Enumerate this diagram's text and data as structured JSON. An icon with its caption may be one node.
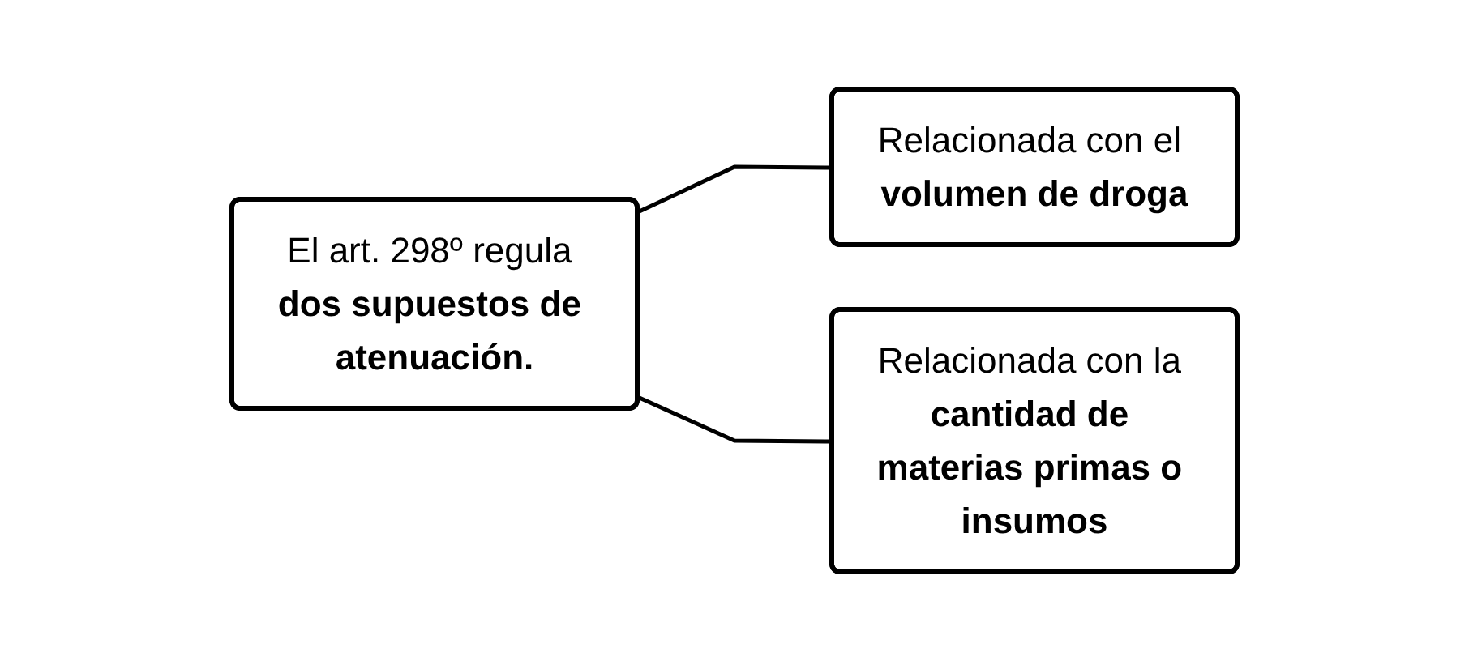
{
  "diagram": {
    "nodes": [
      {
        "text": [
          "El art. 298º regula **dos supuestos de atenuación.**"
        ]
      },
      {
        "text": [
          "Relacionada con el **volumen de droga**"
        ]
      },
      {
        "text": [
          "Relacionada con la **cantidad de materias primas o insumos**"
        ]
      }
    ],
    "edges": [
      {
        "from": 0,
        "to": 1,
        "arrow": "none"
      },
      {
        "from": 0,
        "to": 2,
        "arrow": "none"
      }
    ]
  }
}
